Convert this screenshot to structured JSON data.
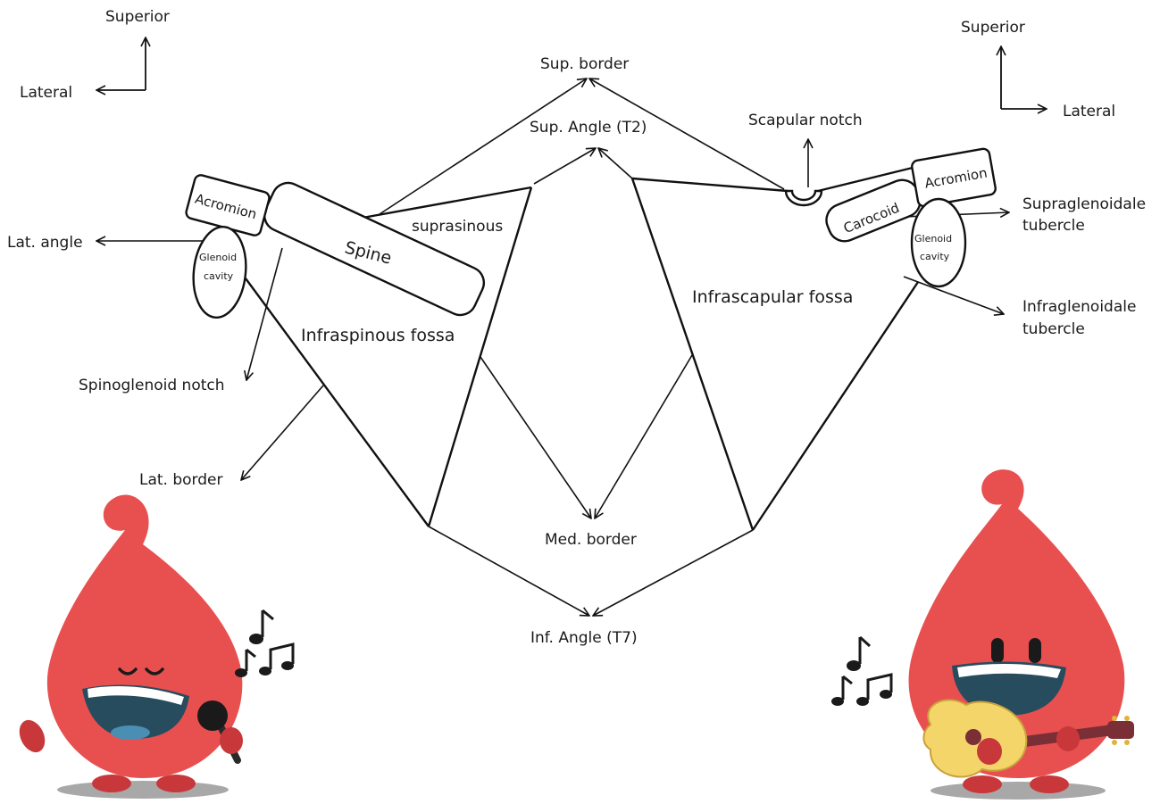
{
  "diagram": {
    "orientation_left": {
      "superior": "Superior",
      "lateral": "Lateral"
    },
    "orientation_right": {
      "superior": "Superior",
      "lateral": "Lateral"
    },
    "labels": {
      "sup_border": "Sup. border",
      "sup_angle": "Sup. Angle (T2)",
      "scapular_notch": "Scapular notch",
      "suprasinous": "suprasinous",
      "spine": "Spine",
      "acromion_left": "Acromion",
      "acromion_right": "Acromion",
      "carocoid": "Carocoid",
      "glenoid_left_1": "Glenoid",
      "glenoid_left_2": "cavity",
      "glenoid_right_1": "Glenoid",
      "glenoid_right_2": "cavity",
      "lat_angle": "Lat. angle",
      "spinoglenoid_notch": "Spinoglenoid notch",
      "infraspinous_fossa": "Infraspinous  fossa",
      "infrascapular_fossa": "Infrascapular  fossa",
      "supraglenoidale_1": "Supraglenoidale",
      "supraglenoidale_2": "tubercle",
      "infraglenoidale_1": "Infraglenoidale",
      "infraglenoidale_2": "tubercle",
      "lat_border": "Lat. border",
      "med_border": "Med. border",
      "inf_angle": "Inf. Angle (T7)"
    },
    "colors": {
      "line": "#111111",
      "mascot_red": "#e8504f",
      "mascot_dark_red": "#c8383b",
      "mouth": "#274c5e",
      "tongue": "#4a8fb3",
      "shadow": "#a8a8a8",
      "guitar_body": "#f3d56a",
      "guitar_neck": "#7a2f36"
    },
    "mascots": [
      {
        "name": "singing-mascot",
        "prop": "microphone-icon"
      },
      {
        "name": "guitar-mascot",
        "prop": "guitar-icon"
      }
    ]
  }
}
